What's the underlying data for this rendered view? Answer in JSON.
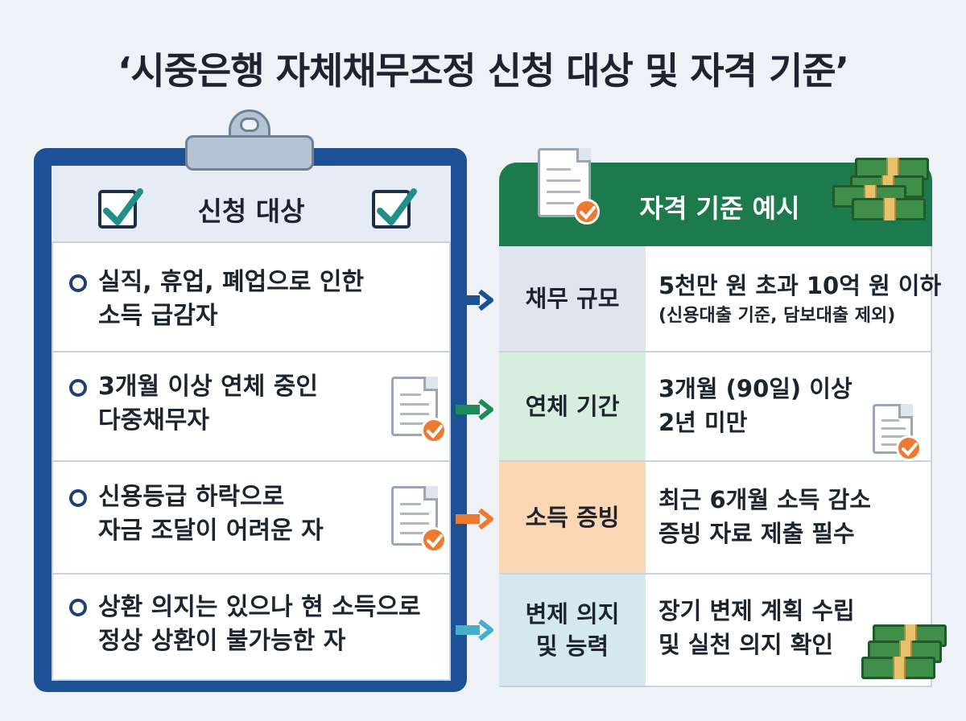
{
  "title": "‘시중은행 자체채무조정 신청 대상 및 자격 기준’",
  "left_panel": {
    "header": "신청 대상",
    "items": [
      {
        "line1": "실직, 휴업, 폐업으로 인한",
        "line2": "소득 급감자"
      },
      {
        "line1": "3개월 이상 연체 중인",
        "line2": "다중채무자"
      },
      {
        "line1": "신용등급 하락으로",
        "line2": "자금 조달이 어려운 자"
      },
      {
        "line1": "상환 의지는 있으나 현 소득으로",
        "line2": "정상 상환이 불가능한 자"
      }
    ]
  },
  "right_panel": {
    "header": "자격 기준 예시",
    "rows": [
      {
        "label1": "채무 규모",
        "label2": "",
        "value1": "5천만 원 초과 10억 원 이하",
        "value2": "(신용대출 기준, 담보대출 제외)",
        "color": "#dfe5ee"
      },
      {
        "label1": "연체 기간",
        "label2": "",
        "value1": "3개월 (90일) 이상",
        "value2": "2년 미만",
        "color": "#d6eedd"
      },
      {
        "label1": "소득 증빙",
        "label2": "",
        "value1": "최근 6개월 소득 감소",
        "value2": "증빙 자료 제출 필수",
        "color": "#fbd7b3"
      },
      {
        "label1": "변제 의지",
        "label2": "및 능력",
        "value1": "장기 변제 계획 수립",
        "value2": "및 실천 의지 확인",
        "color": "#d3e9ef"
      }
    ]
  },
  "colors": {
    "clipboard": "#1d5196",
    "right_header": "#1d7a4d",
    "arrow_1": "#1d5196",
    "arrow_2": "#1d8a5a",
    "arrow_3": "#ee7a31",
    "arrow_4": "#45aec8"
  },
  "icons": [
    "checkbox-icon",
    "document-check-icon",
    "money-stack-icon",
    "arrow-right-icon"
  ]
}
